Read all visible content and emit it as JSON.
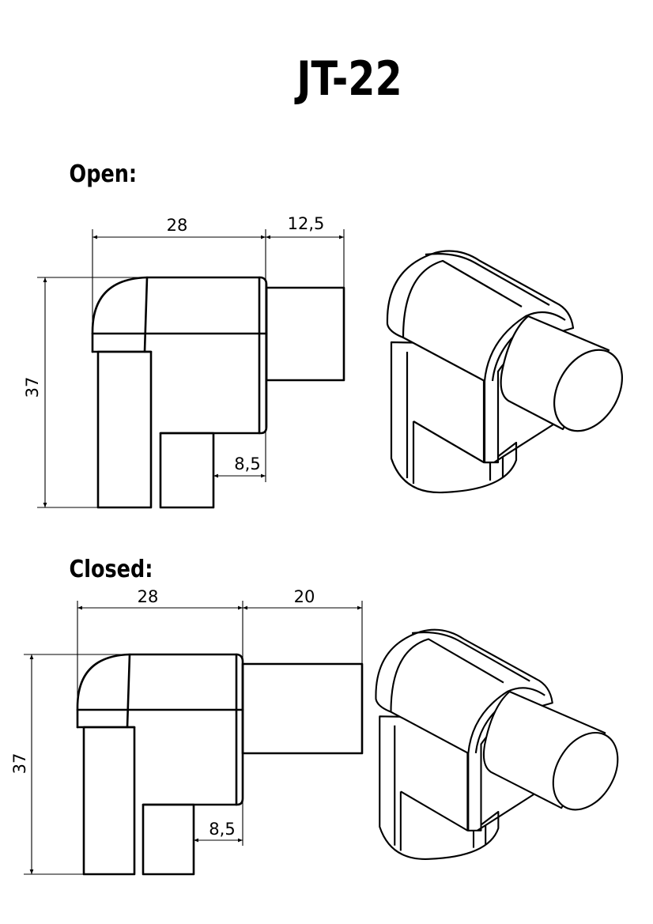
{
  "title": "JT-22",
  "views": {
    "open": {
      "label": "Open:",
      "dims": {
        "width": "28",
        "plug_length": "12,5",
        "height": "37",
        "offset": "8,5"
      }
    },
    "closed": {
      "label": "Closed:",
      "dims": {
        "width": "28",
        "plug_length": "20",
        "height": "37",
        "offset": "8,5"
      }
    }
  }
}
